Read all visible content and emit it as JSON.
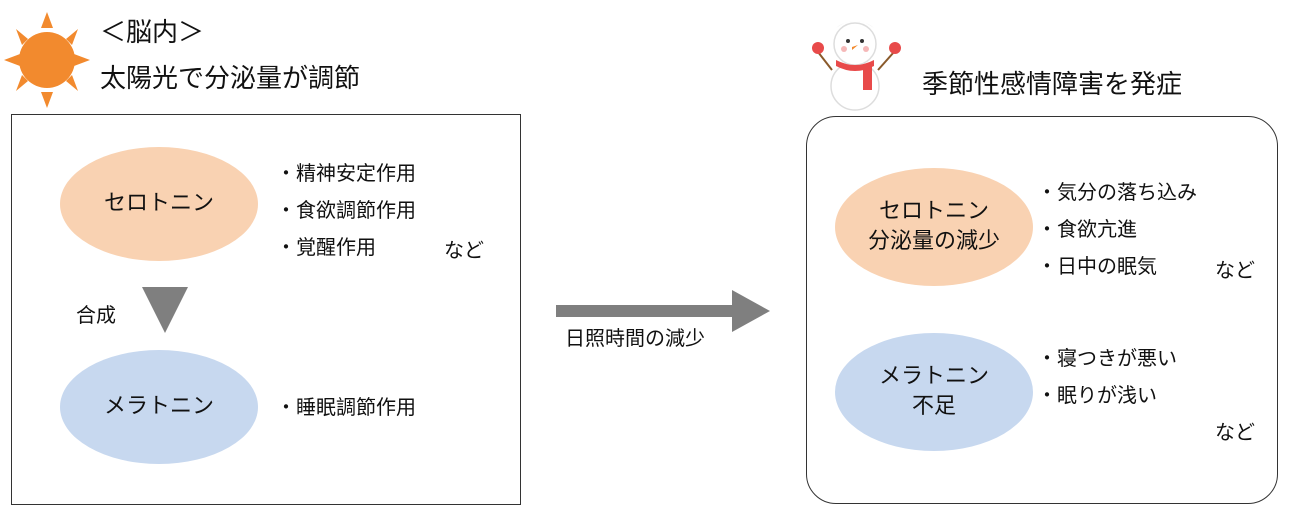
{
  "left": {
    "title_line1": "＜脳内＞",
    "title_line2": "太陽光で分泌量が調節",
    "serotonin": {
      "label": "セロトニン",
      "effects": [
        "・精神安定作用",
        "・食欲調節作用",
        "・覚醒作用"
      ],
      "suffix": "など"
    },
    "synthesis_label": "合成",
    "melatonin": {
      "label": "メラトニン",
      "effects": [
        "・睡眠調節作用"
      ]
    }
  },
  "transition_label": "日照時間の減少",
  "right": {
    "title": "季節性感情障害を発症",
    "serotonin": {
      "line1": "セロトニン",
      "line2": "分泌量の減少",
      "effects": [
        "・気分の落ち込み",
        "・食欲亢進",
        "・日中の眠気"
      ],
      "suffix": "など"
    },
    "melatonin": {
      "line1": "メラトニン",
      "line2": "不足",
      "effects": [
        "・寝つきが悪い",
        "・眠りが浅い"
      ],
      "suffix": "など"
    }
  },
  "colors": {
    "serotonin_fill": "#f9d2b2",
    "melatonin_fill": "#c7d8ef",
    "arrow": "#7f7f7f",
    "sun": "#f28a2e"
  },
  "icons": [
    "sun-icon",
    "snowman-icon"
  ]
}
